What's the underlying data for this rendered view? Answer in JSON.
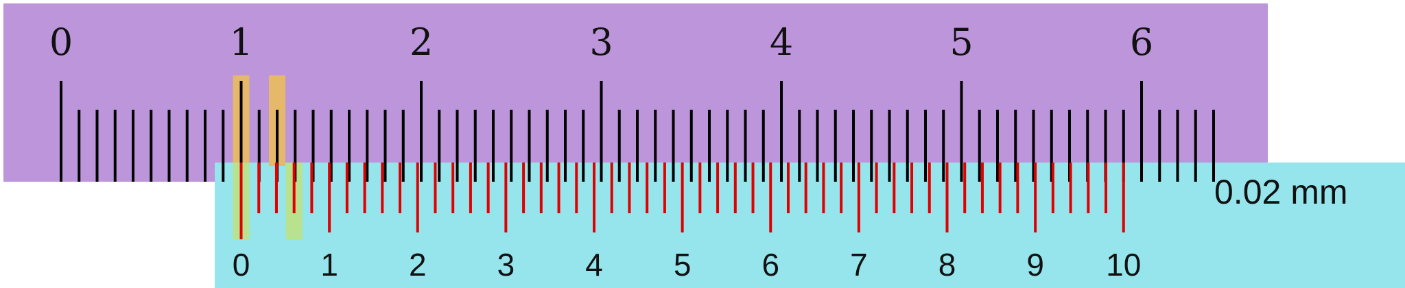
{
  "main_scale": {
    "labels": [
      "0",
      "1",
      "2",
      "3",
      "4",
      "5",
      "6"
    ],
    "background_color": "#BC95DA",
    "tick_color": "#000000"
  },
  "vernier_scale": {
    "labels": [
      "0",
      "1",
      "2",
      "3",
      "4",
      "5",
      "6",
      "7",
      "8",
      "9",
      "10"
    ],
    "background_color": "#96E4EC",
    "tick_color": "#E00000"
  },
  "resolution_text": "0.02 mm",
  "highlight_colors": {
    "main": "#E5B969",
    "vernier": "#B8E28E"
  }
}
